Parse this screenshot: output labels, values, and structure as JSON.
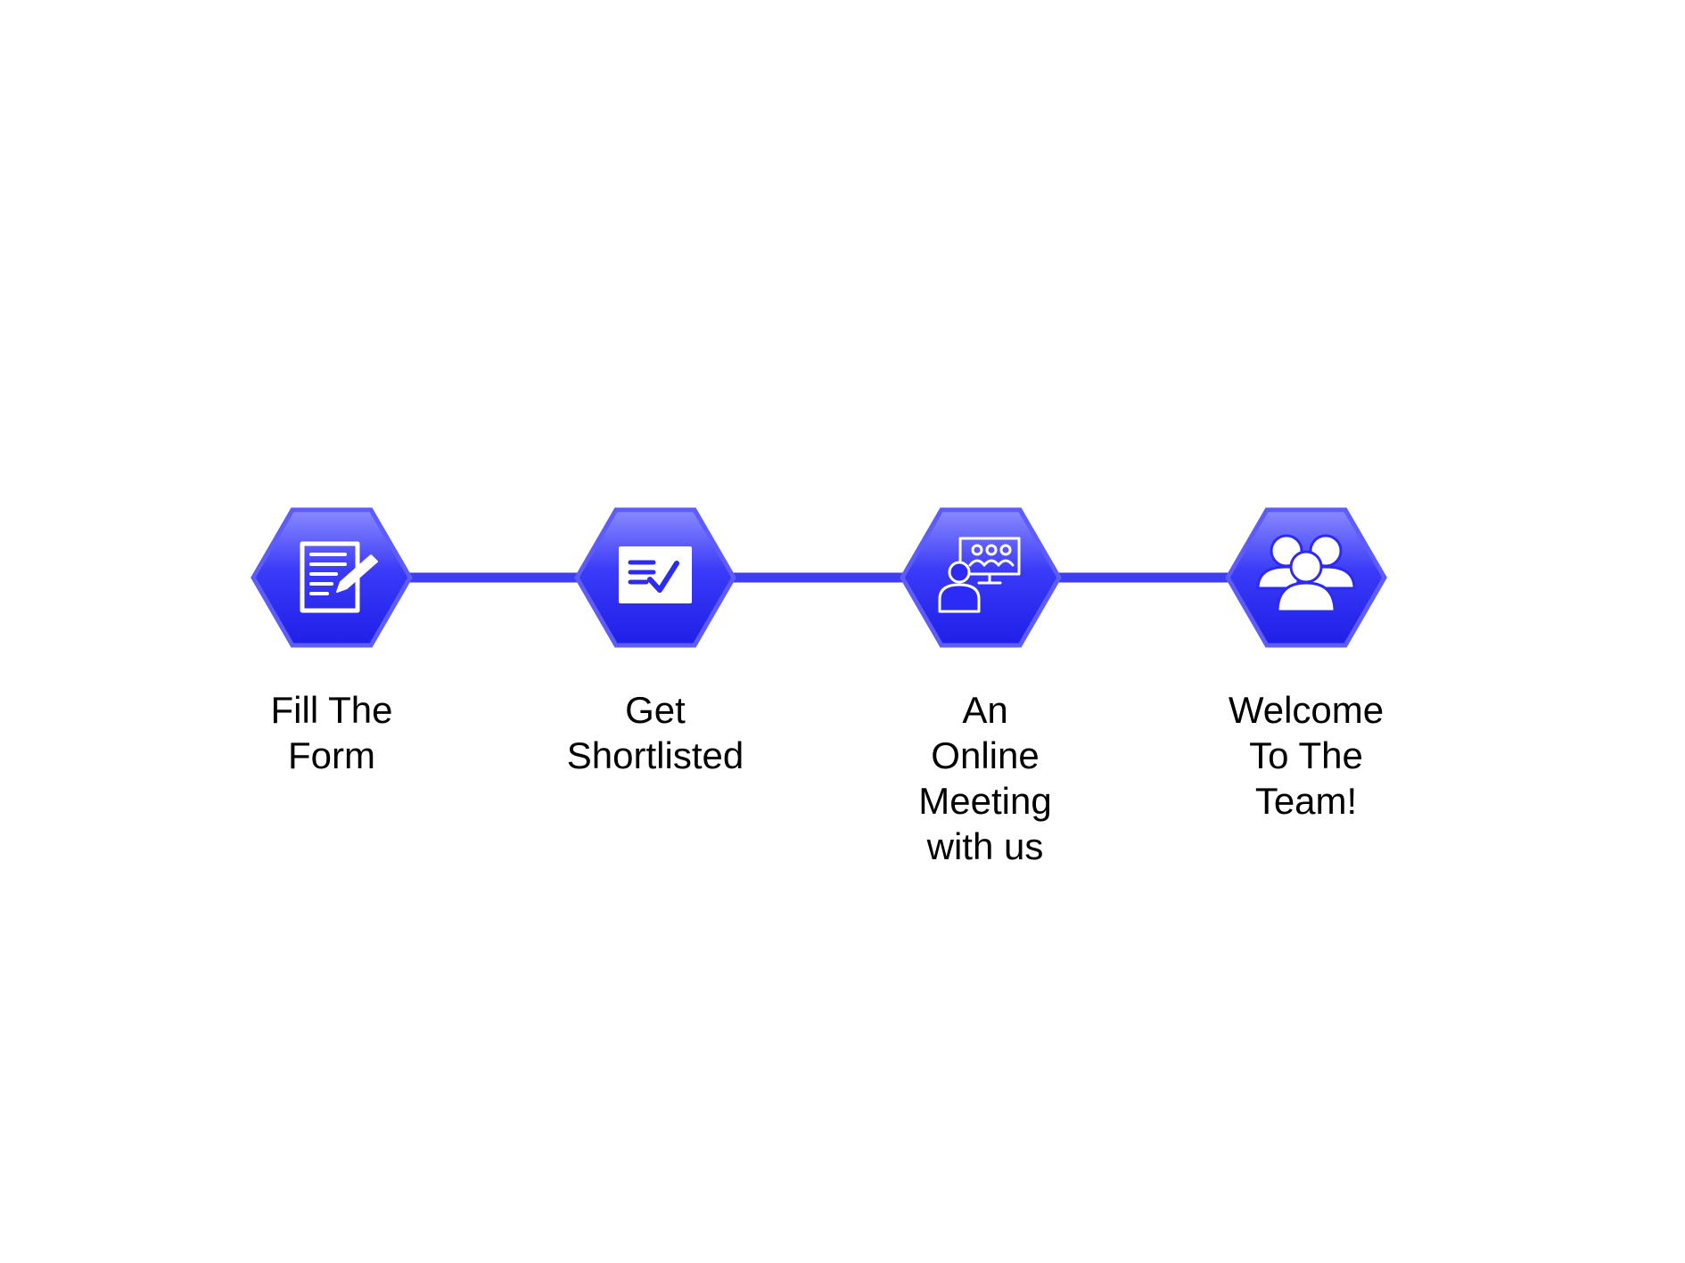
{
  "colors": {
    "hexagon_fill": "#2b2bf5",
    "hexagon_border": "#5c5cff",
    "connector": "#3d3df2",
    "icon": "#ffffff",
    "label_text": "#000000"
  },
  "steps": [
    {
      "label": "Fill The\nForm",
      "icon": "form-edit-icon"
    },
    {
      "label": "Get\nShortlisted",
      "icon": "checklist-card-icon"
    },
    {
      "label": "An\nOnline\nMeeting\nwith us",
      "icon": "video-meeting-icon"
    },
    {
      "label": "Welcome\nTo The\nTeam!",
      "icon": "team-group-icon"
    }
  ]
}
